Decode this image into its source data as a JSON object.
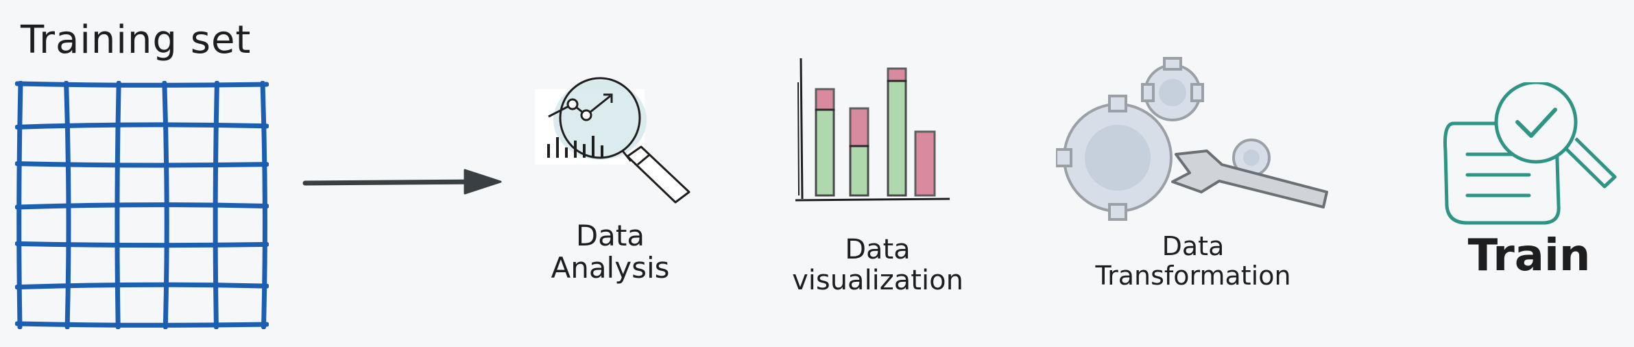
{
  "training_set": {
    "title": "Training set",
    "color": "#1c5fb0",
    "rows": 6,
    "cols": 5
  },
  "steps": [
    {
      "label_lines": [
        "Data",
        "Analysis"
      ],
      "icon": "magnifier-chart-icon"
    },
    {
      "label_lines": [
        "Data",
        "visualization"
      ],
      "icon": "bar-chart-icon"
    },
    {
      "label_lines": [
        "Data",
        "Transformation"
      ],
      "icon": "gears-wrench-icon"
    },
    {
      "label_lines": [
        "Train"
      ],
      "icon": "checklist-magnifier-icon",
      "color": "#2e9484"
    }
  ],
  "colors": {
    "background": "#f6f7f9",
    "arrow": "#3a3f44",
    "bar_green": "#9fd19b",
    "bar_red": "#cf5c7a",
    "gear_fill": "#d7dee8",
    "gear_stroke": "#9aa0a6"
  }
}
